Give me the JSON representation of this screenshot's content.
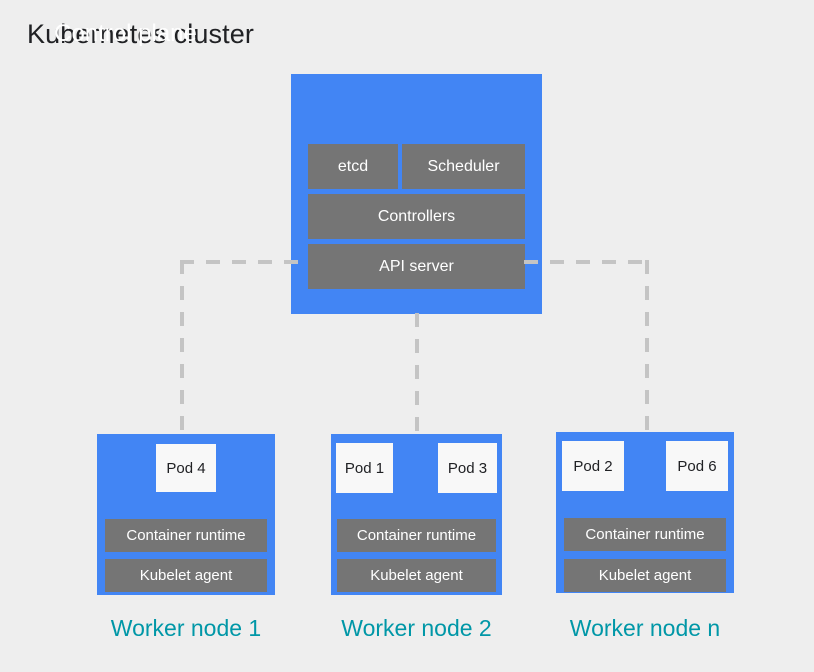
{
  "title": "Kubernetes cluster",
  "colors": {
    "background": "#eeeeee",
    "node_blue": "#4285f4",
    "component_gray": "#757575",
    "pod_white": "#f8f8f8",
    "label_teal": "#0097a7",
    "connector_gray": "#c4c4c4",
    "title_text": "#202124"
  },
  "control_plane": {
    "title": "Control plane",
    "components": [
      {
        "label": "etcd"
      },
      {
        "label": "Scheduler"
      },
      {
        "label": "Controllers"
      },
      {
        "label": "API server"
      }
    ]
  },
  "worker_nodes": [
    {
      "label": "Worker node 1",
      "pods": [
        {
          "label": "Pod 4"
        }
      ],
      "runtime": "Container runtime",
      "kubelet": "Kubelet agent"
    },
    {
      "label": "Worker node 2",
      "pods": [
        {
          "label": "Pod 1"
        },
        {
          "label": "Pod 3"
        }
      ],
      "runtime": "Container runtime",
      "kubelet": "Kubelet agent"
    },
    {
      "label": "Worker node n",
      "pods": [
        {
          "label": "Pod 2"
        },
        {
          "label": "Pod 6"
        }
      ],
      "runtime": "Container runtime",
      "kubelet": "Kubelet agent"
    }
  ],
  "connectors": [
    {
      "name": "api-server-to-worker-node-1",
      "style": "dashed"
    },
    {
      "name": "api-server-to-worker-node-2",
      "style": "dashed"
    },
    {
      "name": "api-server-to-worker-node-n",
      "style": "dashed"
    }
  ]
}
